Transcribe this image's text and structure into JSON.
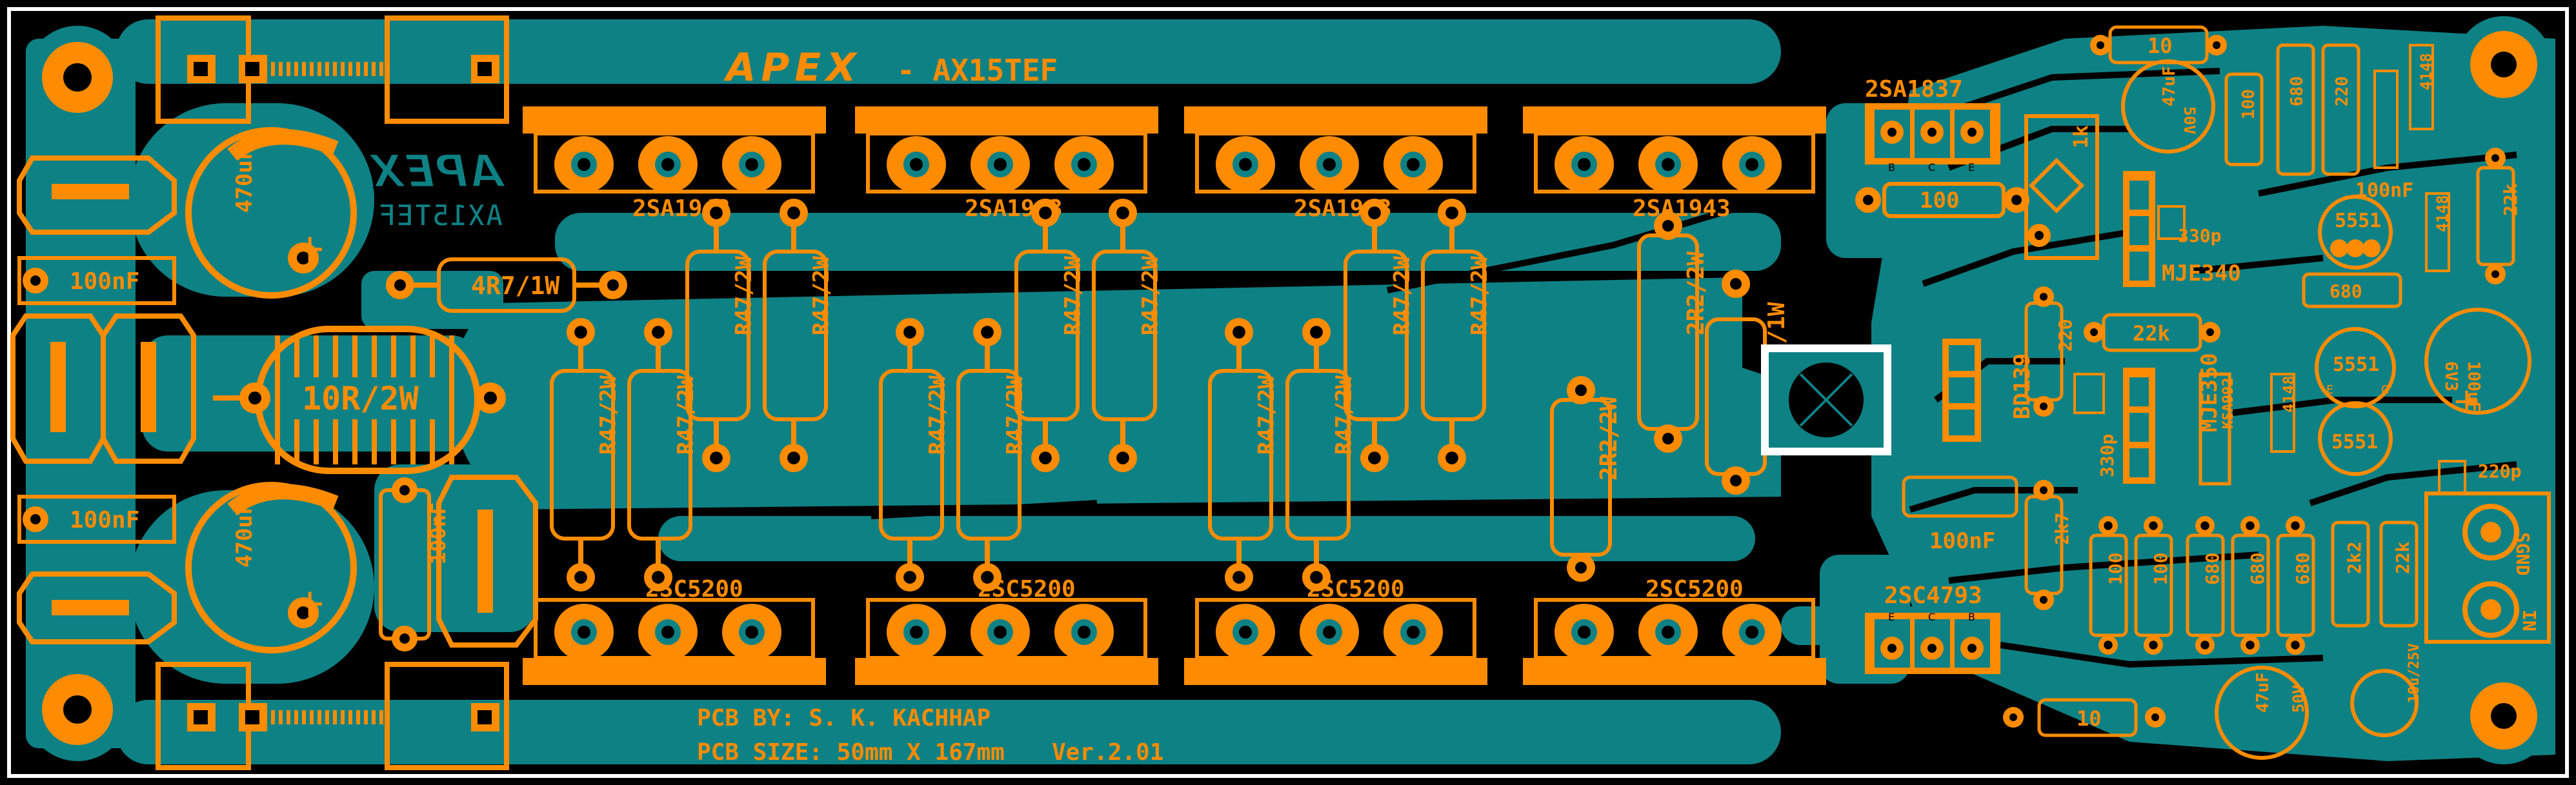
{
  "colors": {
    "background": "#000000",
    "copper": "#0e8184",
    "silkscreen": "#ff8c00",
    "hole": "#000000",
    "border": "#ffffff"
  },
  "brand": {
    "logo_text": "APEX",
    "model_text": "- AX15TEF",
    "logo_mirrored": "APEX",
    "model_mirrored": "AX15TEF"
  },
  "credits": {
    "pcb_by": "PCB BY: S. K. KACHHAP",
    "pcb_size": "PCB SIZE: 50mm X 167mm",
    "version": "Ver.2.01"
  },
  "components": {
    "top_transistors": [
      "2SA1943",
      "2SA1943",
      "2SA1943",
      "2SA1943"
    ],
    "bottom_transistors": [
      "2SC5200",
      "2SC5200",
      "2SC5200",
      "2SC5200"
    ],
    "emitter_resistors": [
      "R47/2W",
      "R47/2W",
      "R47/2W",
      "R47/2W",
      "R47/2W",
      "R47/2W",
      "R47/2W",
      "R47/2W",
      "R47/2W",
      "R47/2W",
      "R47/2W",
      "R47/2W"
    ],
    "r_2r2_top": "2R2/2W",
    "r_2r2_bottom": "2R2/2W",
    "r_220r": "220R/1W",
    "r_4r7": "4R7/1W",
    "coil_resistor": "10R/2W",
    "cap_big_top": "470uF",
    "cap_big_bottom": "470uF",
    "cap_100nf_left_top": "100nF",
    "cap_100nf_left_bottom": "100nF",
    "cap_100nf_vertical": "100nF",
    "driver_top": "2SA1837",
    "driver_top_pins": [
      "B",
      "C",
      "E"
    ],
    "driver_top_res": "100",
    "driver_bottom": "2SC4793",
    "driver_bottom_pins": [
      "E",
      "C",
      "B"
    ],
    "bd139": "BD139",
    "cap_100nf_bd": "100nF",
    "mje340": "MJE340",
    "mje350": "MJE350",
    "cap_330p_top": "330p",
    "cap_330p_bottom": "330p",
    "preset": "1k",
    "r_22k_mid": "22k",
    "r_220_mid": "220",
    "r_2k7": "2k7",
    "r_10_top": "10",
    "r_10_bottom": "10",
    "cap_47u_top": "47uF",
    "cap_47u_top_v": "50V",
    "cap_47u_bottom": "47uF",
    "cap_47u_bottom_v": "50V",
    "small_res_top": [
      "100",
      "680",
      "220"
    ],
    "diodes": [
      "4148",
      "4148",
      "4148"
    ],
    "cap_100nf_right": "100nF",
    "t5551_top": "5551",
    "t5551_mid": "5551",
    "t5551_bottom": "5551",
    "t5551_pins": [
      "E",
      "C"
    ],
    "r_22k_right": "22k",
    "r_680_right": "680",
    "ksa992": "KSA992",
    "bottom_res_row": [
      "100",
      "100",
      "680",
      "680",
      "680"
    ],
    "r_2k2": "2k2",
    "r_22k_bottom": "22k",
    "cap_220p": "220p",
    "cap_10u": "10u/25V",
    "cap_100u": "100uF",
    "cap_100u_v": "6V3",
    "input_sgnd": "SGND",
    "input_in": "IN"
  }
}
